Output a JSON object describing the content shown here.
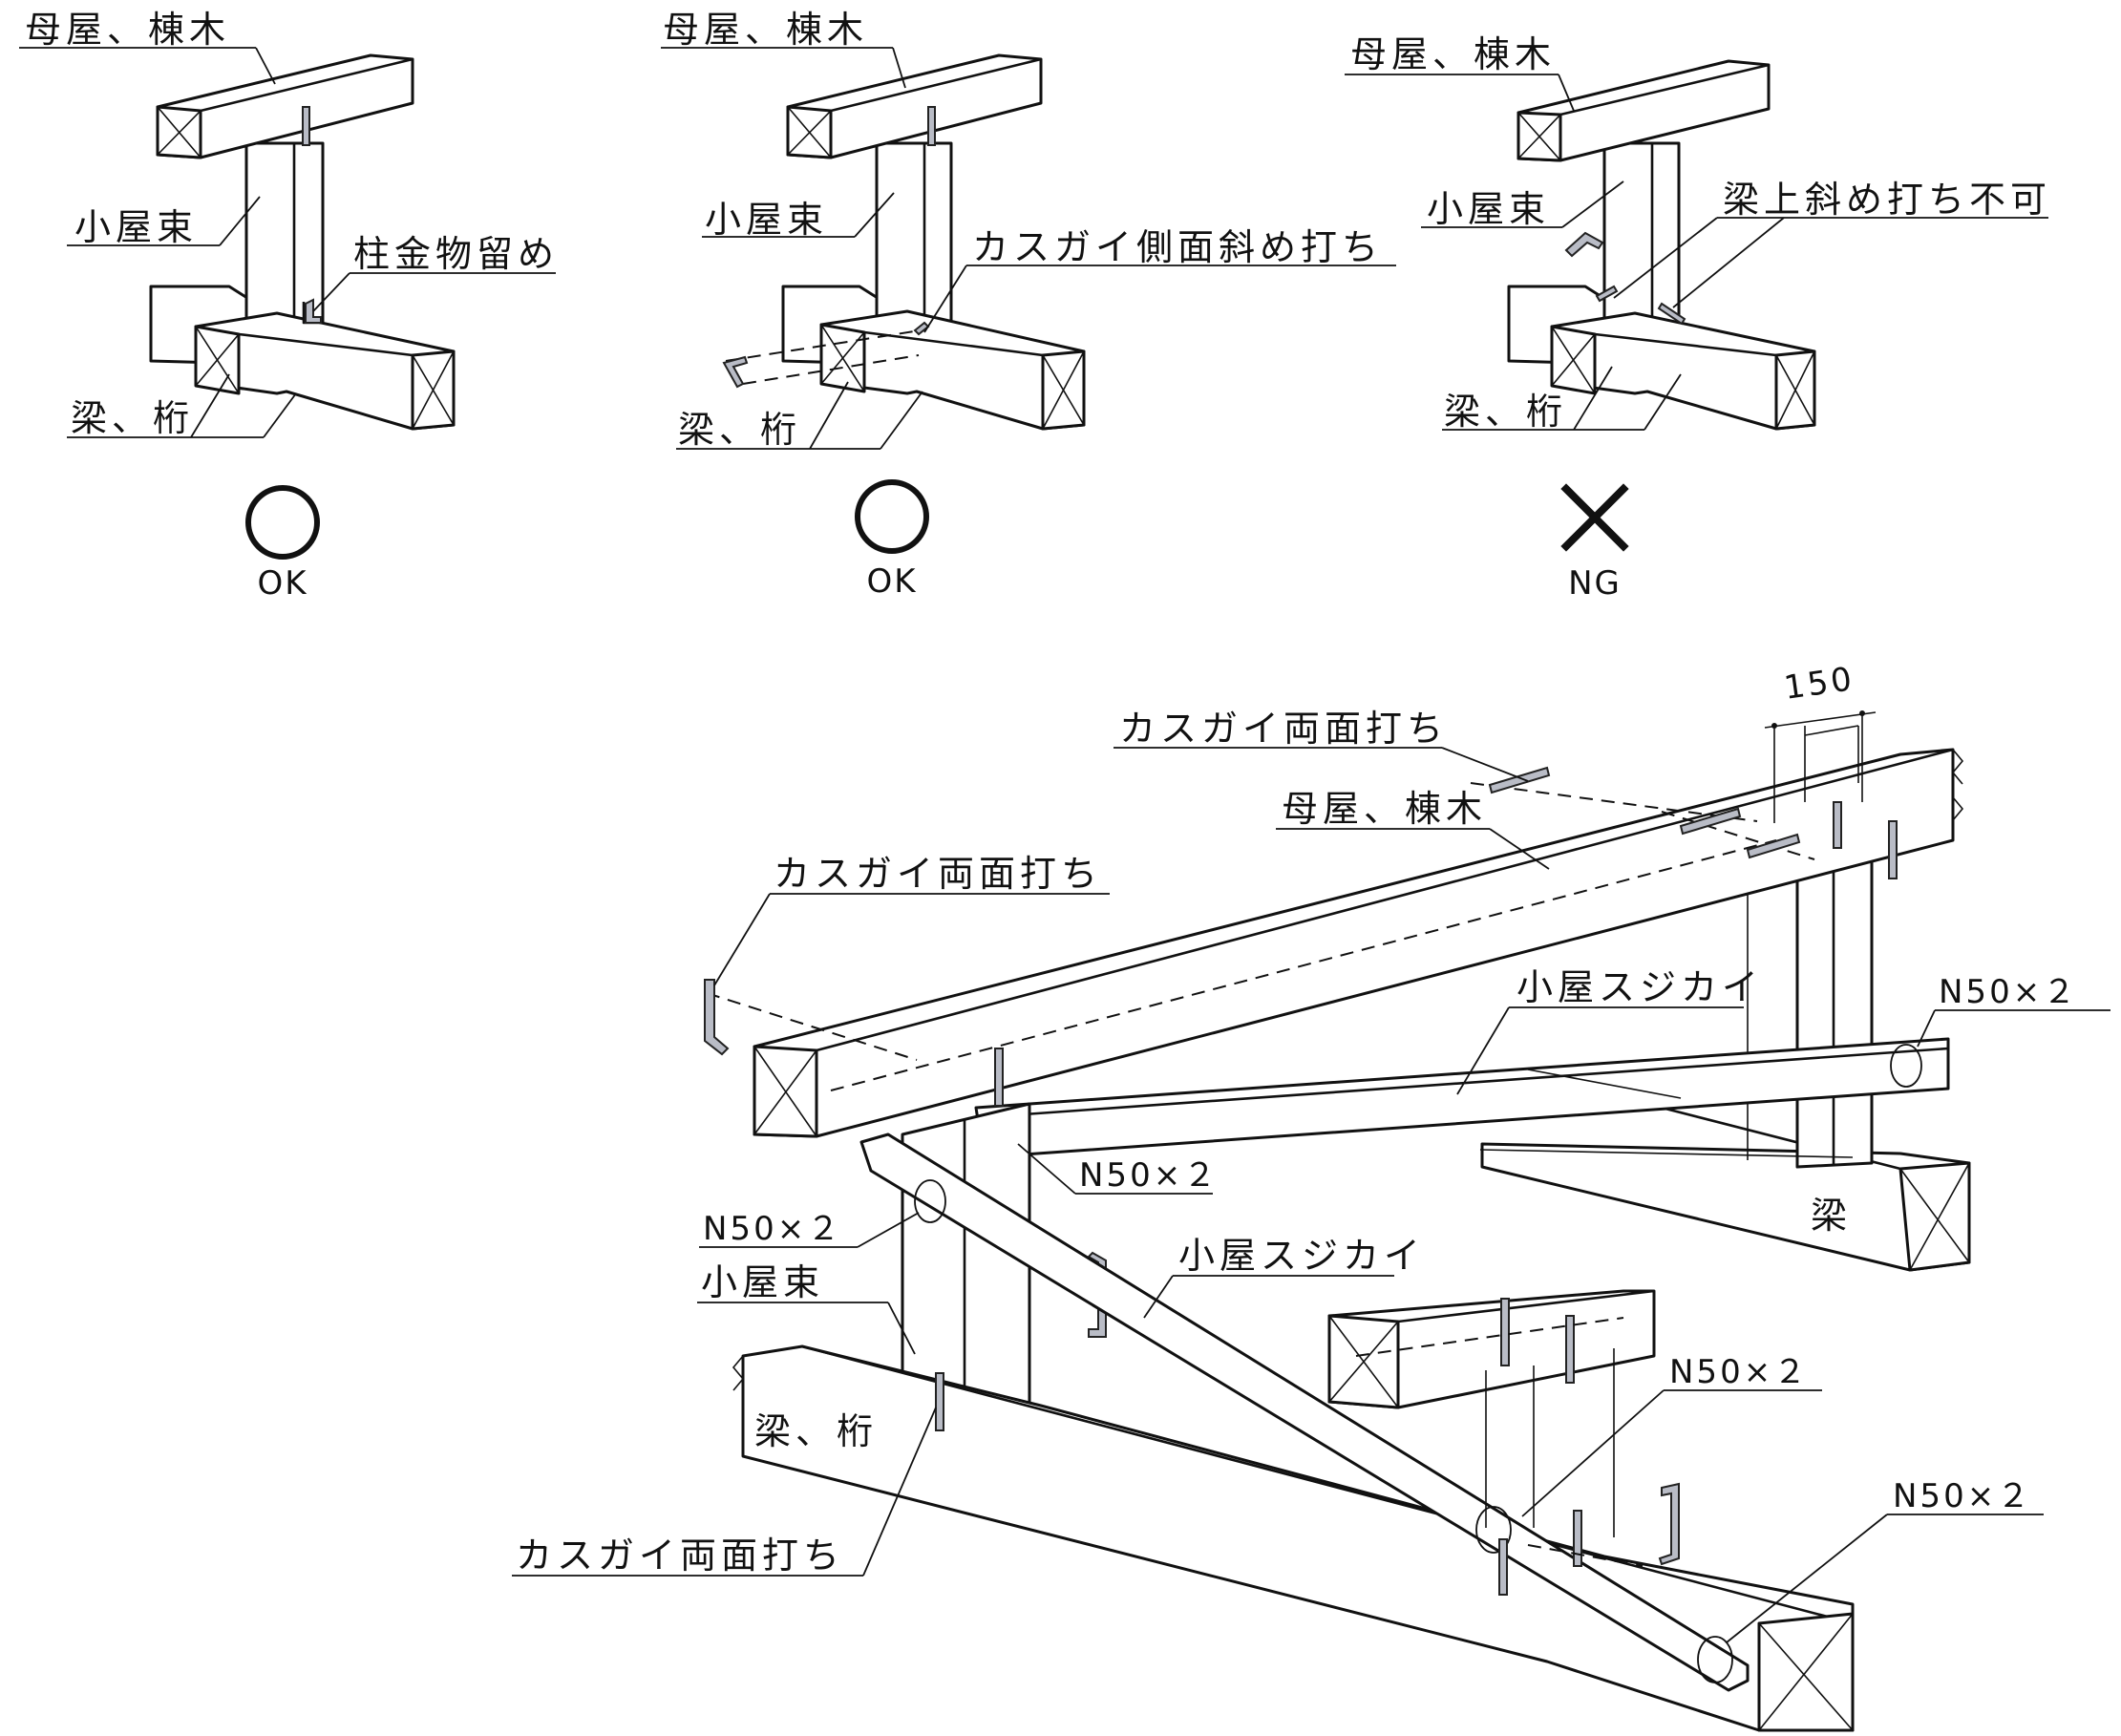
{
  "labels": {
    "d1_purlin": "母屋、棟木",
    "d1_post": "小屋束",
    "d1_fix": "柱金物留め",
    "d1_beam": "梁、桁",
    "d2_purlin": "母屋、棟木",
    "d2_post": "小屋束",
    "d2_fix": "カスガイ側面斜め打ち",
    "d2_beam": "梁、桁",
    "d3_purlin": "母屋、棟木",
    "d3_post": "小屋束",
    "d3_fix": "梁上斜め打ち不可",
    "d3_beam": "梁、桁",
    "b_kasugai_top": "カスガイ両面打ち",
    "b_purlin": "母屋、棟木",
    "b_kasugai_left": "カスガイ両面打ち",
    "b_brace_upper": "小屋スジカイ",
    "b_nail_right": "N50×２",
    "b_nail_upper": "N50×２",
    "b_nail_left": "N50×２",
    "b_post": "小屋束",
    "b_brace_lower": "小屋スジカイ",
    "b_beam_left": "梁、桁",
    "b_nail_mid": "N50×２",
    "b_beam_right": "梁",
    "b_kasugai_bottom": "カスガイ両面打ち",
    "b_nail_bottom": "N50×２",
    "dim_150": "150"
  },
  "verdicts": {
    "d1": "OK",
    "d2": "OK",
    "d3": "NG"
  },
  "icons": {
    "ok_symbol": "circle-outline-icon",
    "ng_symbol": "cross-mark-icon"
  }
}
